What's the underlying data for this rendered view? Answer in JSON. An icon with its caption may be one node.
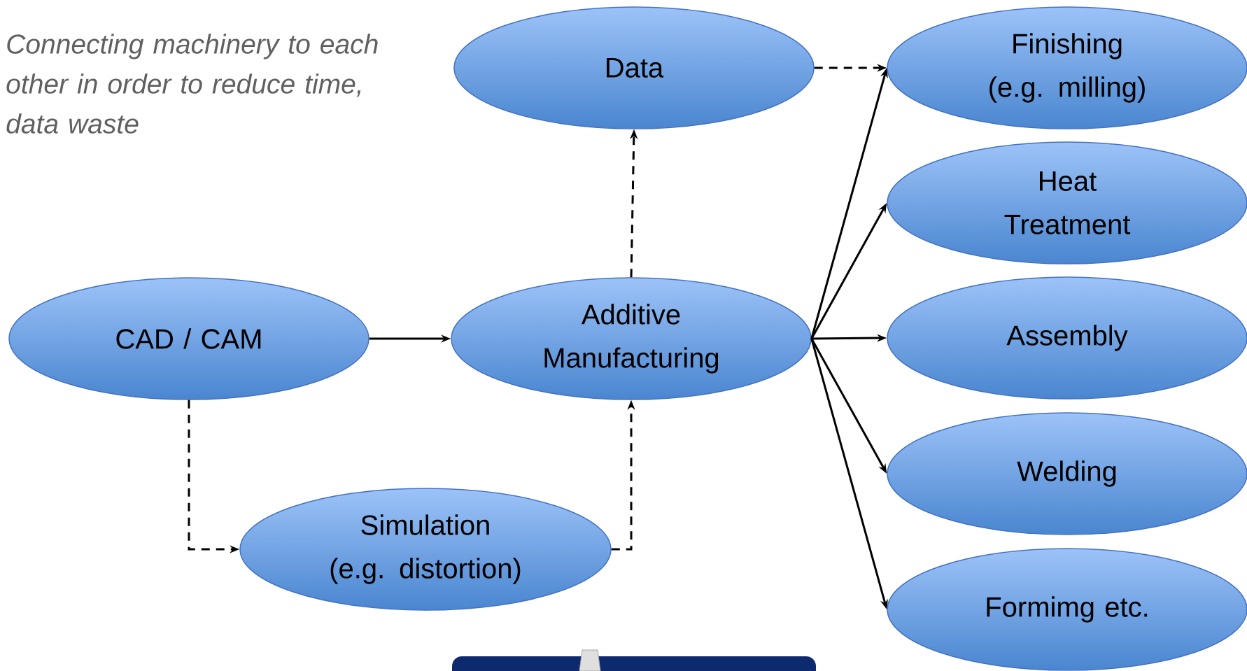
{
  "diagram": {
    "nodes": [
      {
        "text": [
          "Data"
        ]
      },
      {
        "text": [
          "Finishing (e.g. milling)"
        ]
      },
      {
        "text": [
          "Heat Treatment"
        ]
      },
      {
        "text": [
          "CAD / CAM"
        ]
      },
      {
        "text": [
          "Additive Manufacturing"
        ]
      },
      {
        "text": [
          "Assembly"
        ]
      },
      {
        "text": [
          "Welding"
        ]
      },
      {
        "text": [
          "Simulation (e.g. distortion)"
        ]
      },
      {
        "text": [
          "Formimg etc."
        ]
      }
    ],
    "edges": [
      {
        "from": 3,
        "to": 4,
        "arrow": "to"
      },
      {
        "from": 3,
        "to": 7,
        "arrow": "to",
        "style": "dashed"
      },
      {
        "from": 7,
        "to": 4,
        "arrow": "to",
        "style": "dashed"
      },
      {
        "from": 4,
        "to": 0,
        "arrow": "to",
        "style": "dashed"
      },
      {
        "from": 0,
        "to": 1,
        "arrow": "to",
        "style": "dashed"
      },
      {
        "from": 4,
        "to": 1,
        "arrow": "to"
      },
      {
        "from": 4,
        "to": 2,
        "arrow": "to"
      },
      {
        "from": 4,
        "to": 5,
        "arrow": "to"
      },
      {
        "from": 4,
        "to": 6,
        "arrow": "to"
      },
      {
        "from": 4,
        "to": 8,
        "arrow": "to"
      }
    ],
    "labels": [
      "Connecting machinery to each other in order to reduce time, data waste"
    ]
  }
}
